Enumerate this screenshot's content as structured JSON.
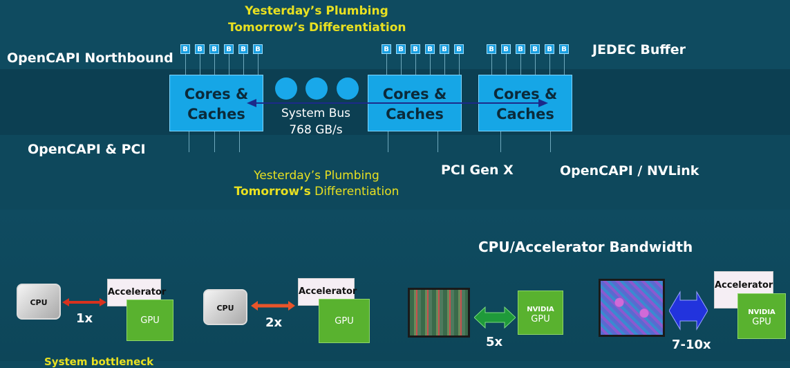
{
  "top_caption": {
    "line1": "Yesterday’s Plumbing",
    "line2": "Tomorrow’s Differentiation"
  },
  "bottom_caption": {
    "line1": "Yesterday’s Plumbing",
    "line2_bold": "Tomorrow’s",
    "line2_rest": " Differentiation"
  },
  "labels": {
    "opencapi_northbound": "OpenCAPI Northbound",
    "jedec_buffer": "JEDEC Buffer",
    "opencapi_pci": "OpenCAPI  & PCI",
    "pci_gen_x": "PCI Gen X",
    "opencapi_nvlink": "OpenCAPI / NVLink"
  },
  "chip": "B",
  "cores": {
    "line1": "Cores &",
    "line2": "Caches"
  },
  "system_bus": {
    "line1": "System Bus",
    "line2": "768 GB/s"
  },
  "bandwidth_title": "CPU/Accelerator Bandwidth",
  "comparisons": [
    {
      "cpu": "CPU",
      "accelerator": "Accelerator",
      "gpu": "GPU",
      "mult": "1x"
    },
    {
      "cpu": "CPU",
      "accelerator": "Accelerator",
      "gpu": "GPU",
      "mult": "2x"
    },
    {
      "nvidia": "NVIDIA",
      "gpu": "GPU",
      "mult": "5x"
    },
    {
      "accelerator": "Accelerator",
      "nvidia": "NVIDIA",
      "gpu": "GPU",
      "mult": "7-10x"
    }
  ],
  "footnote": "System bottleneck",
  "colors": {
    "accent_blue": "#16a6e6",
    "yellow": "#e8e021",
    "red_arrow": "#d8321e",
    "orange_arrow": "#e8552a",
    "green_arrow": "#1f9a3a",
    "blue_arrow": "#2233dd",
    "gpu_green": "#59b22f"
  }
}
